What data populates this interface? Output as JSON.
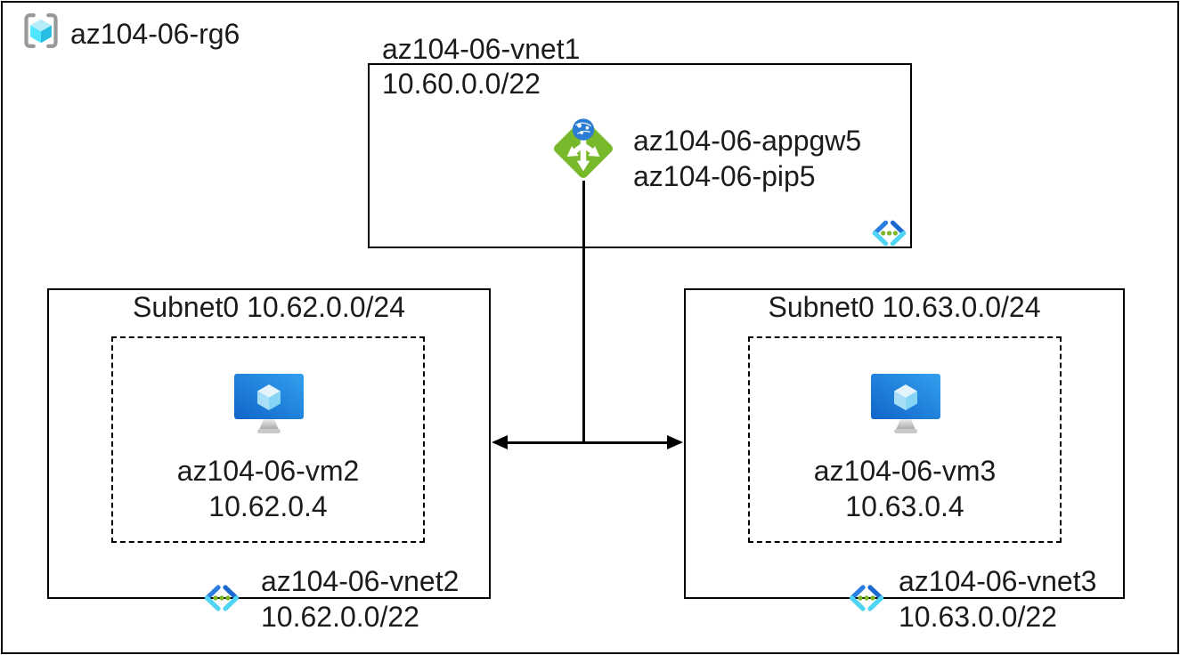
{
  "diagram": {
    "resource_group": {
      "label": "az104-06-rg6"
    },
    "vnet1": {
      "title": "az104-06-vnet1",
      "cidr": "10.60.0.0/22",
      "appgw_name": "az104-06-appgw5",
      "pip_name": "az104-06-pip5"
    },
    "left": {
      "subnet_title": "Subnet0 10.62.0.0/24",
      "vm_name": "az104-06-vm2",
      "vm_ip": "10.62.0.4",
      "vnet_name": "az104-06-vnet2",
      "vnet_cidr": "10.62.0.0/22"
    },
    "right": {
      "subnet_title": "Subnet0 10.63.0.0/24",
      "vm_name": "az104-06-vm3",
      "vm_ip": "10.63.0.4",
      "vnet_name": "az104-06-vnet3",
      "vnet_cidr": "10.63.0.0/22"
    },
    "colors": {
      "appgw_green": "#77b92a",
      "globe_blue": "#2b7cd3",
      "vnet_blue_dark": "#2b7de2",
      "vnet_blue_dark2": "#1b69cf",
      "vnet_blue_light": "#4fd4f4",
      "vnet_dot_green": "#7db728",
      "vm_monitor_blue": "#1f84e0",
      "cube_cyan": "#50e6ff",
      "bracket_gray": "#97999b",
      "line_black": "#000000"
    }
  }
}
